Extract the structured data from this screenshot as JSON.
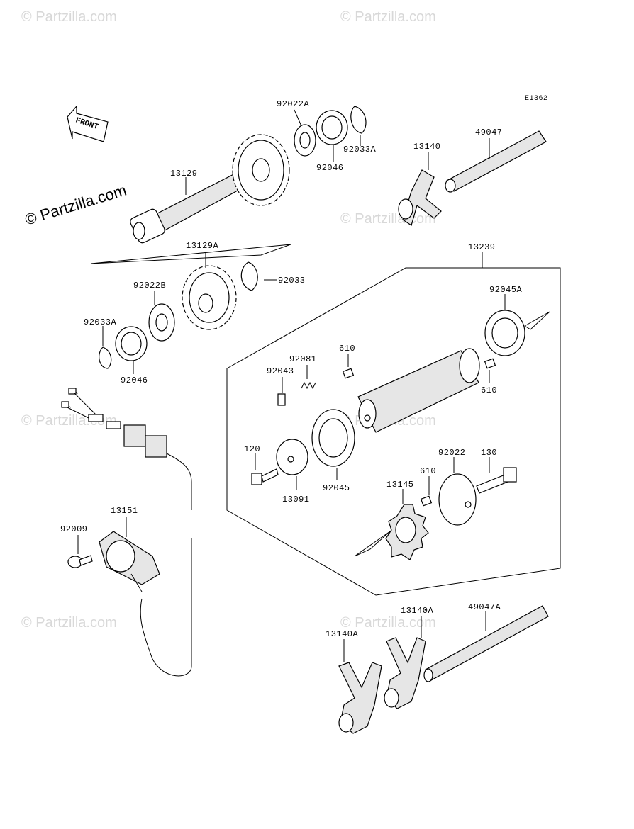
{
  "diagram_code": "E1362",
  "front_label": "FRONT",
  "copyright": "© Partzilla.com",
  "watermark": "© Partzilla.com",
  "parts": {
    "p13129": "13129",
    "p92022A": "92022A",
    "p92033A_top": "92033A",
    "p92046_top": "92046",
    "p13140": "13140",
    "p49047": "49047",
    "p13129A": "13129A",
    "p92033": "92033",
    "p92022B": "92022B",
    "p92033A_left": "92033A",
    "p92046_left": "92046",
    "p13239": "13239",
    "p92045A": "92045A",
    "p610_a": "610",
    "p92081": "92081",
    "p92043": "92043",
    "p610_b": "610",
    "p120": "120",
    "p13091": "13091",
    "p92045": "92045",
    "p92022": "92022",
    "p130": "130",
    "p610_c": "610",
    "p13145": "13145",
    "p13151": "13151",
    "p92009": "92009",
    "p13140A_right": "13140A",
    "p49047A": "49047A",
    "p13140A_left": "13140A"
  }
}
